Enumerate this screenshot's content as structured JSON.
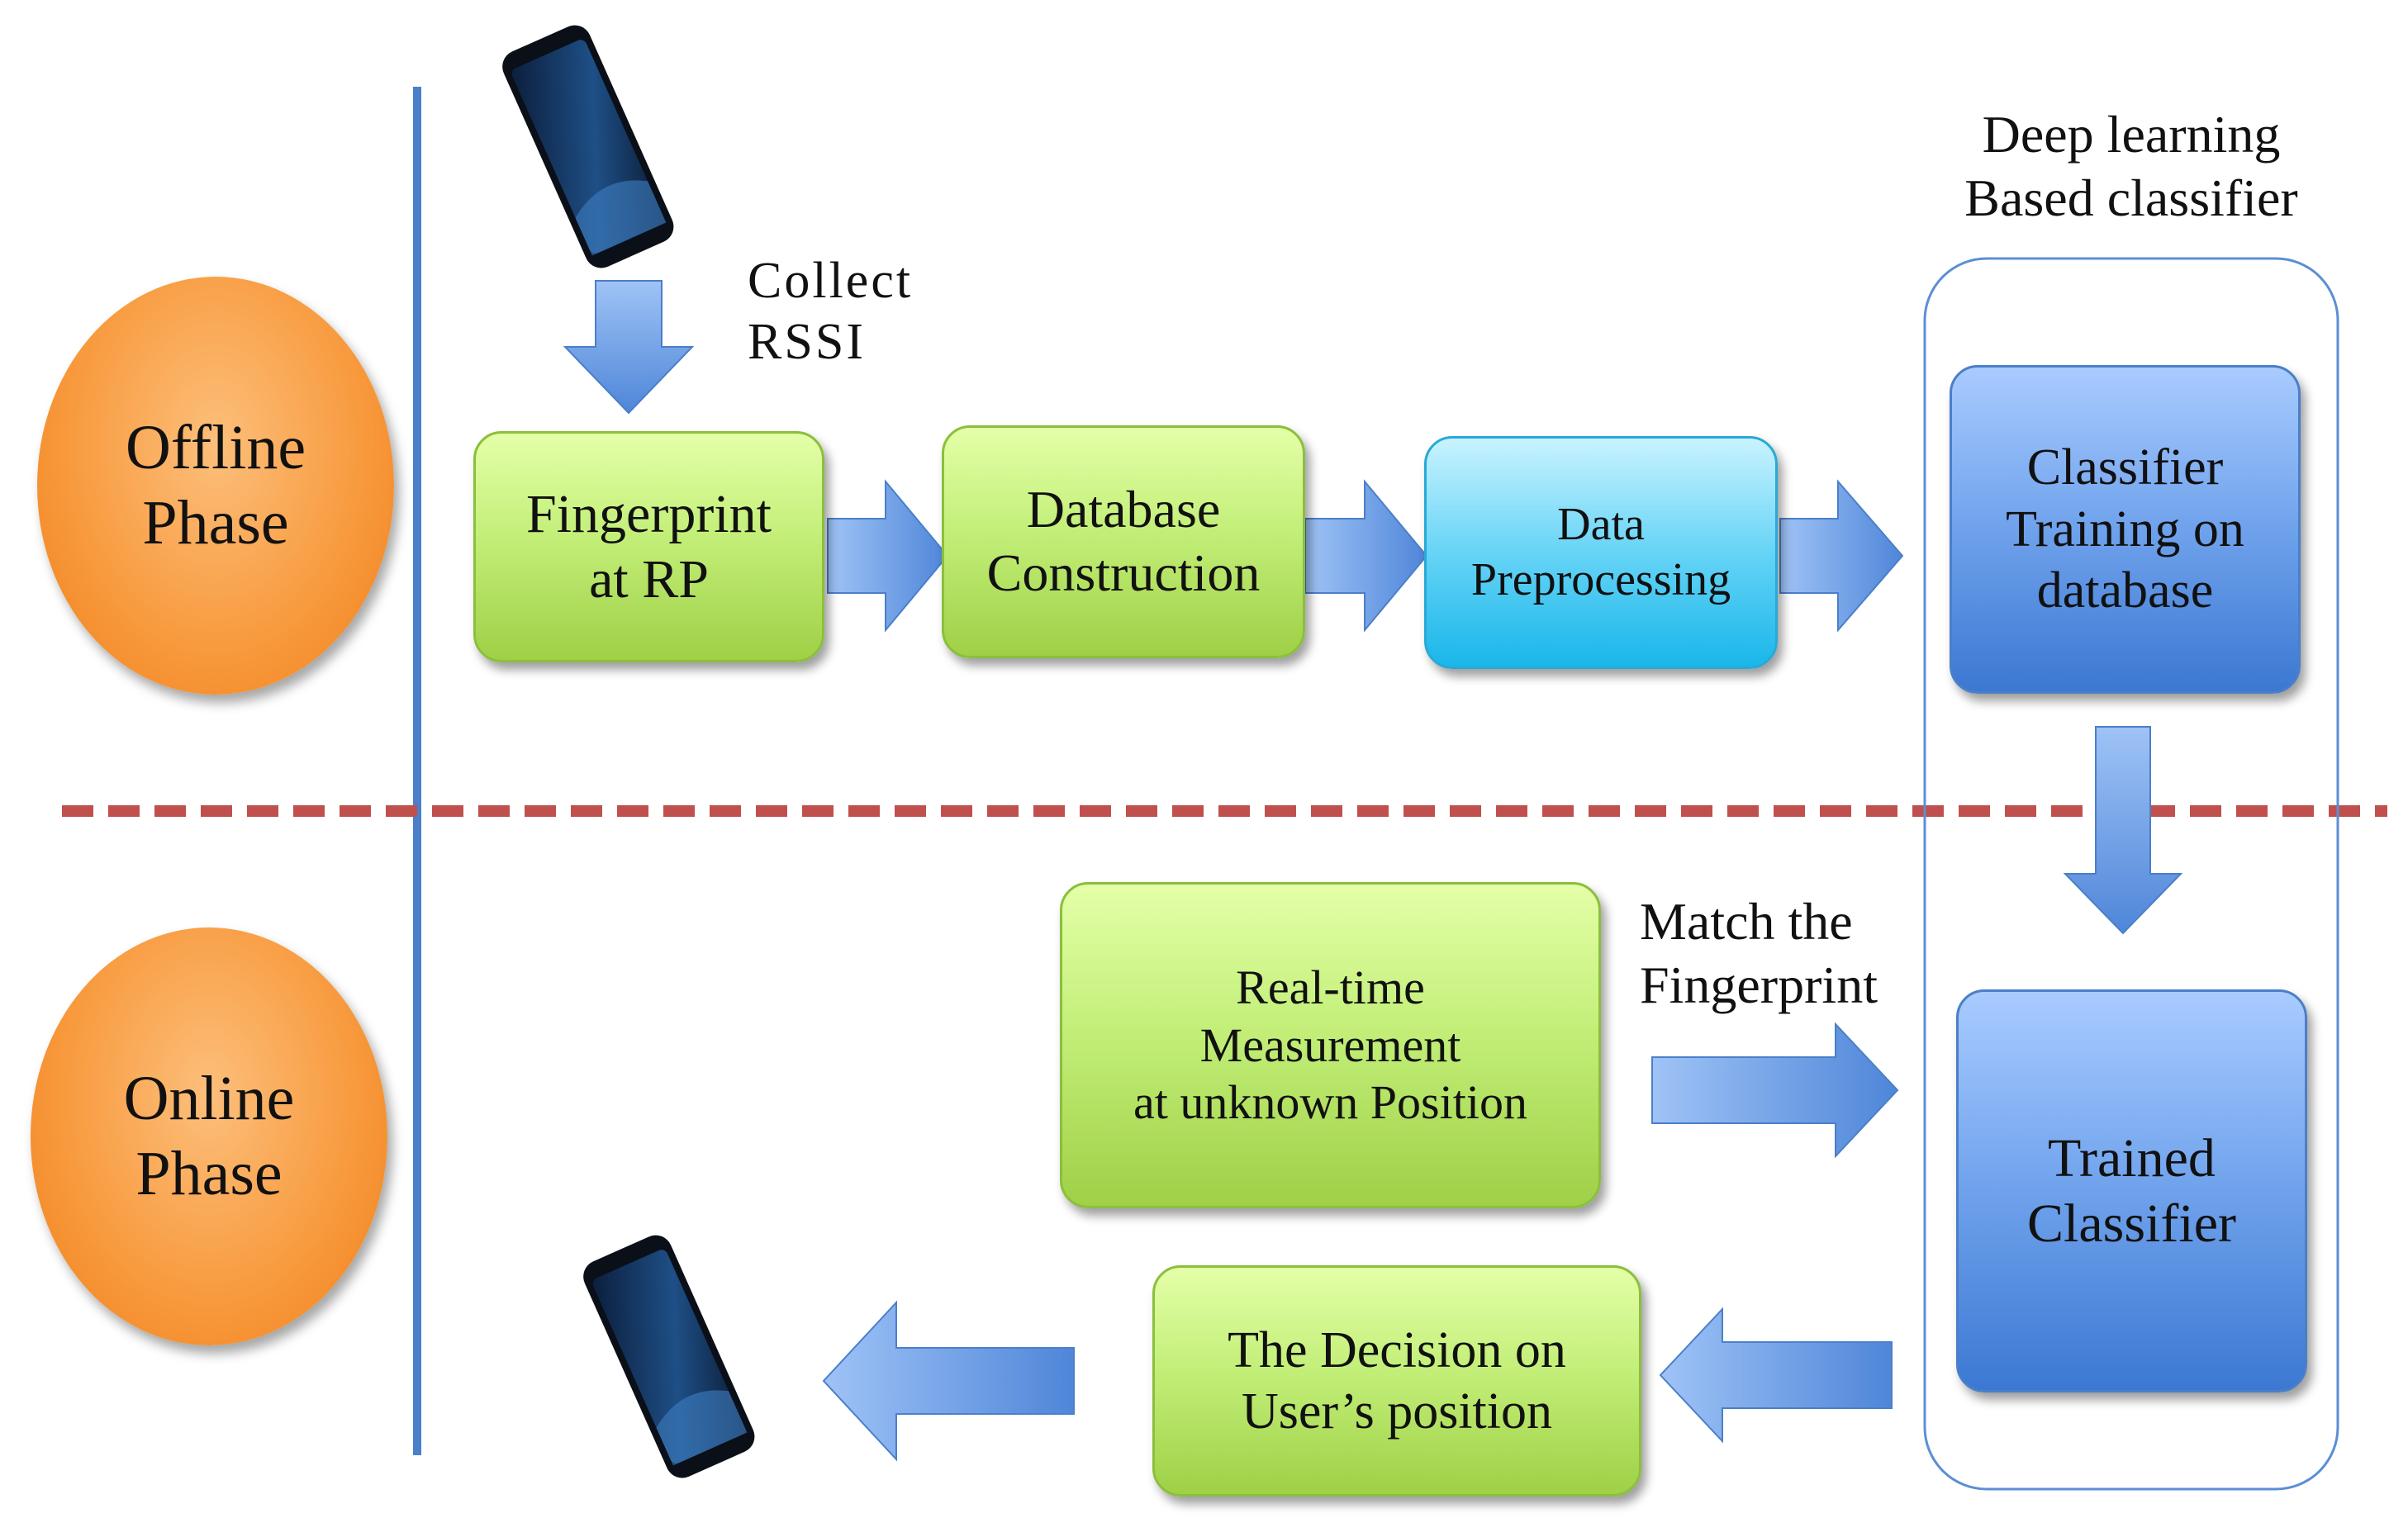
{
  "phases": {
    "offline": "Offline\nPhase",
    "online": "Online\nPhase"
  },
  "annotations": {
    "collect_rssi": "Collect\nRSSI",
    "deep_learning": "Deep learning\nBased classifier",
    "match_fingerprint": "Match the\nFingerprint"
  },
  "nodes": {
    "fingerprint_rp": "Fingerprint\nat RP",
    "database_construction": "Database\nConstruction",
    "data_preprocessing": "Data\nPreprocessing",
    "classifier_training": "Classifier\nTraining on\ndatabase",
    "realtime_measurement": "Real-time\nMeasurement\nat unknown Position",
    "trained_classifier": "Trained\nClassifier",
    "decision": "The Decision on\nUser’s position"
  },
  "colors": {
    "phase_oval": "#f89a3e",
    "process_box": "#c3ef79",
    "preprocessing_box": "#66d4f6",
    "classifier_box": "#6fa2ec",
    "arrow": "#6a9de6",
    "divider_dashed": "#c0504d",
    "vertical_line": "#4a7fc9",
    "group_outline": "#5b8fd4"
  }
}
